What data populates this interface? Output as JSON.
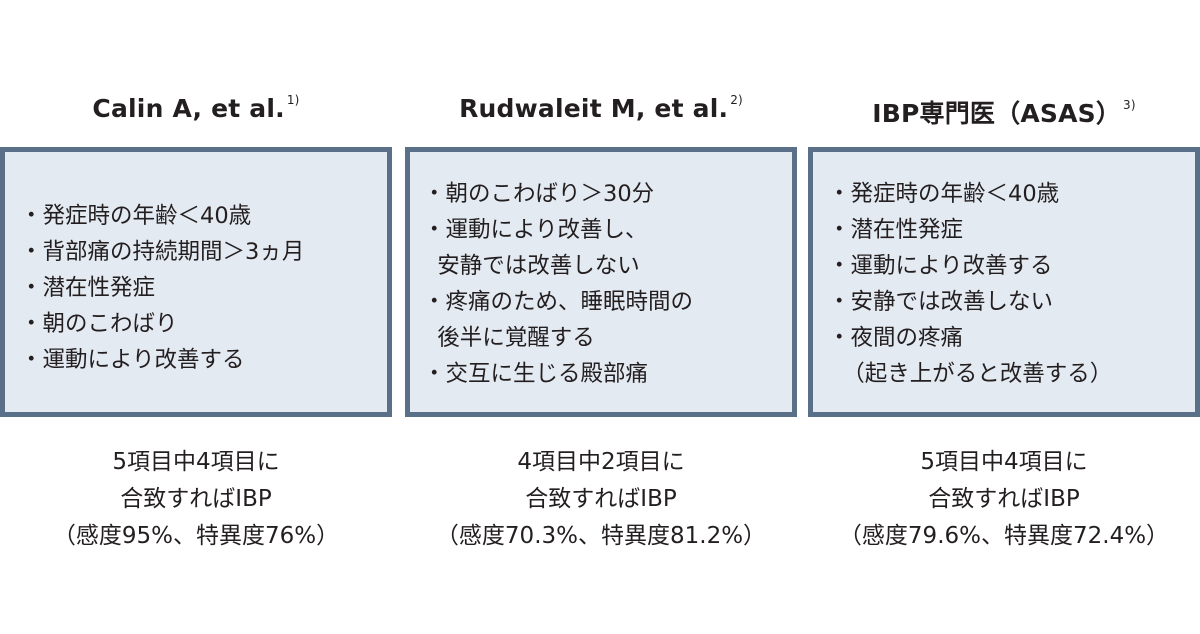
{
  "columns": [
    {
      "heading": "Calin A, et al.",
      "ref": "1)",
      "criteria": [
        "・発症時の年齢＜40歳",
        "・背部痛の持続期間＞3ヵ月",
        "・潜在性発症",
        "・朝のこわばり",
        "・運動により改善する"
      ],
      "summary": [
        "5項目中4項目に",
        "合致すればIBP",
        "（感度95%、特異度76%）"
      ]
    },
    {
      "heading": "Rudwaleit M, et al.",
      "ref": "2)",
      "criteria": [
        "・朝のこわばり＞30分",
        "・運動により改善し、",
        "  安静では改善しない",
        "・疼痛のため、睡眠時間の",
        "  後半に覚醒する",
        "・交互に生じる殿部痛"
      ],
      "summary": [
        "4項目中2項目に",
        "合致すればIBP",
        "（感度70.3%、特異度81.2%）"
      ]
    },
    {
      "heading": "IBP専門医（ASAS）",
      "ref": "3)",
      "criteria": [
        "・発症時の年齢＜40歳",
        "・潜在性発症",
        "・運動により改善する",
        "・安静では改善しない",
        "・夜間の疼痛",
        "  （起き上がると改善する）"
      ],
      "summary": [
        "5項目中4項目に",
        "合致すればIBP",
        "（感度79.6%、特異度72.4%）"
      ]
    }
  ],
  "colors": {
    "box_fill": "#e4eaf2",
    "box_border": "#5a7089",
    "text": "#231f20"
  }
}
